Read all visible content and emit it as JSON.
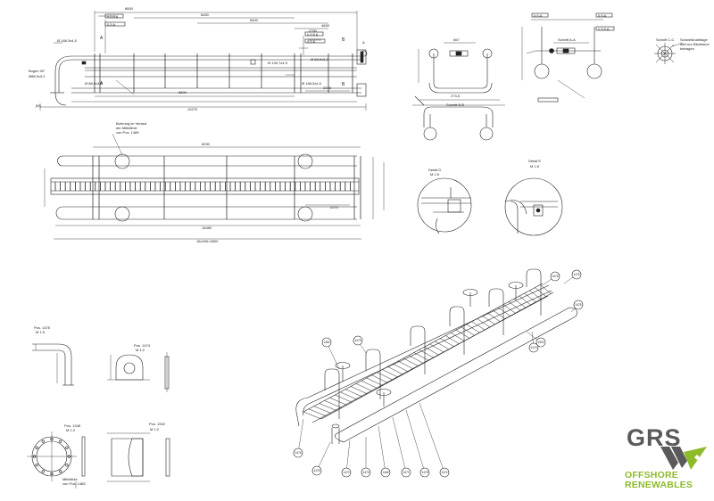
{
  "drawing": {
    "top_view": {
      "dims": [
        "8600",
        "6450",
        "5400",
        "8600",
        "10270",
        "4600",
        "2750",
        "2378"
      ],
      "callouts": [
        "Bogen 90°",
        "Ø88,9x3,2",
        "Ø 168,3x4,5",
        "Ø 88,9x3,2",
        "Ø 139,7x4,5",
        "Ø 88,9x3,2",
        "Ø 168,3x4,5",
        "[M]",
        "A"
      ],
      "section_marks": [
        "A",
        "A",
        "B",
        "B"
      ],
      "tolerance_boxes": [
        "// 0,5 A",
        "0,5 A",
        "// 0,5 A",
        "0,5 A"
      ]
    },
    "plan_view": {
      "dims": [
        "8290",
        "16480",
        "16x250=5500",
        "2270"
      ],
      "callout": [
        "Bohrung im Verlauf",
        "der Mittellinie",
        "von Pos. 1485"
      ]
    },
    "section_bb": {
      "title": "Schnitt B-B",
      "dims": [
        "667",
        "273,5"
      ]
    },
    "section_aa": {
      "title": "Schnitt A-A",
      "boxes": [
        "0,5 A",
        "// 0,5 A",
        "0,5 A"
      ]
    },
    "section_cc": {
      "title": "Schnitt C-C",
      "note": [
        "Schweißnahtlage",
        "darf nur Bildebene",
        "betragen"
      ]
    },
    "detail_d": {
      "title": "Detail D",
      "scale": "M 1:5"
    },
    "detail_e": {
      "title": "Detail E",
      "scale": "M 1:5"
    },
    "parts": {
      "pos1": {
        "label": "Pos. 1475",
        "scale": "M 1:5"
      },
      "pos2": {
        "label": "Pos. 1474",
        "scale": "M 1:2"
      },
      "pos3": {
        "label": "Pos. 1345",
        "scale": "M 1:2"
      },
      "pos4": {
        "label": "Pos. 1502",
        "scale": "M 1:2"
      },
      "pos5_note": [
        "Mittellinie",
        "von Pos. 1485"
      ]
    },
    "iso_balloons": [
      "1475",
      "1475",
      "1478",
      "1474",
      "1480",
      "1475",
      "1476",
      "1478",
      "1470",
      "1476",
      "1465",
      "1472",
      "1478",
      "1474",
      "1502"
    ]
  },
  "logo": {
    "name": "GRS",
    "line1": "OFFSHORE",
    "line2": "RENEWABLES",
    "gray": "#5a5a5a",
    "green": "#8dbb2a"
  }
}
